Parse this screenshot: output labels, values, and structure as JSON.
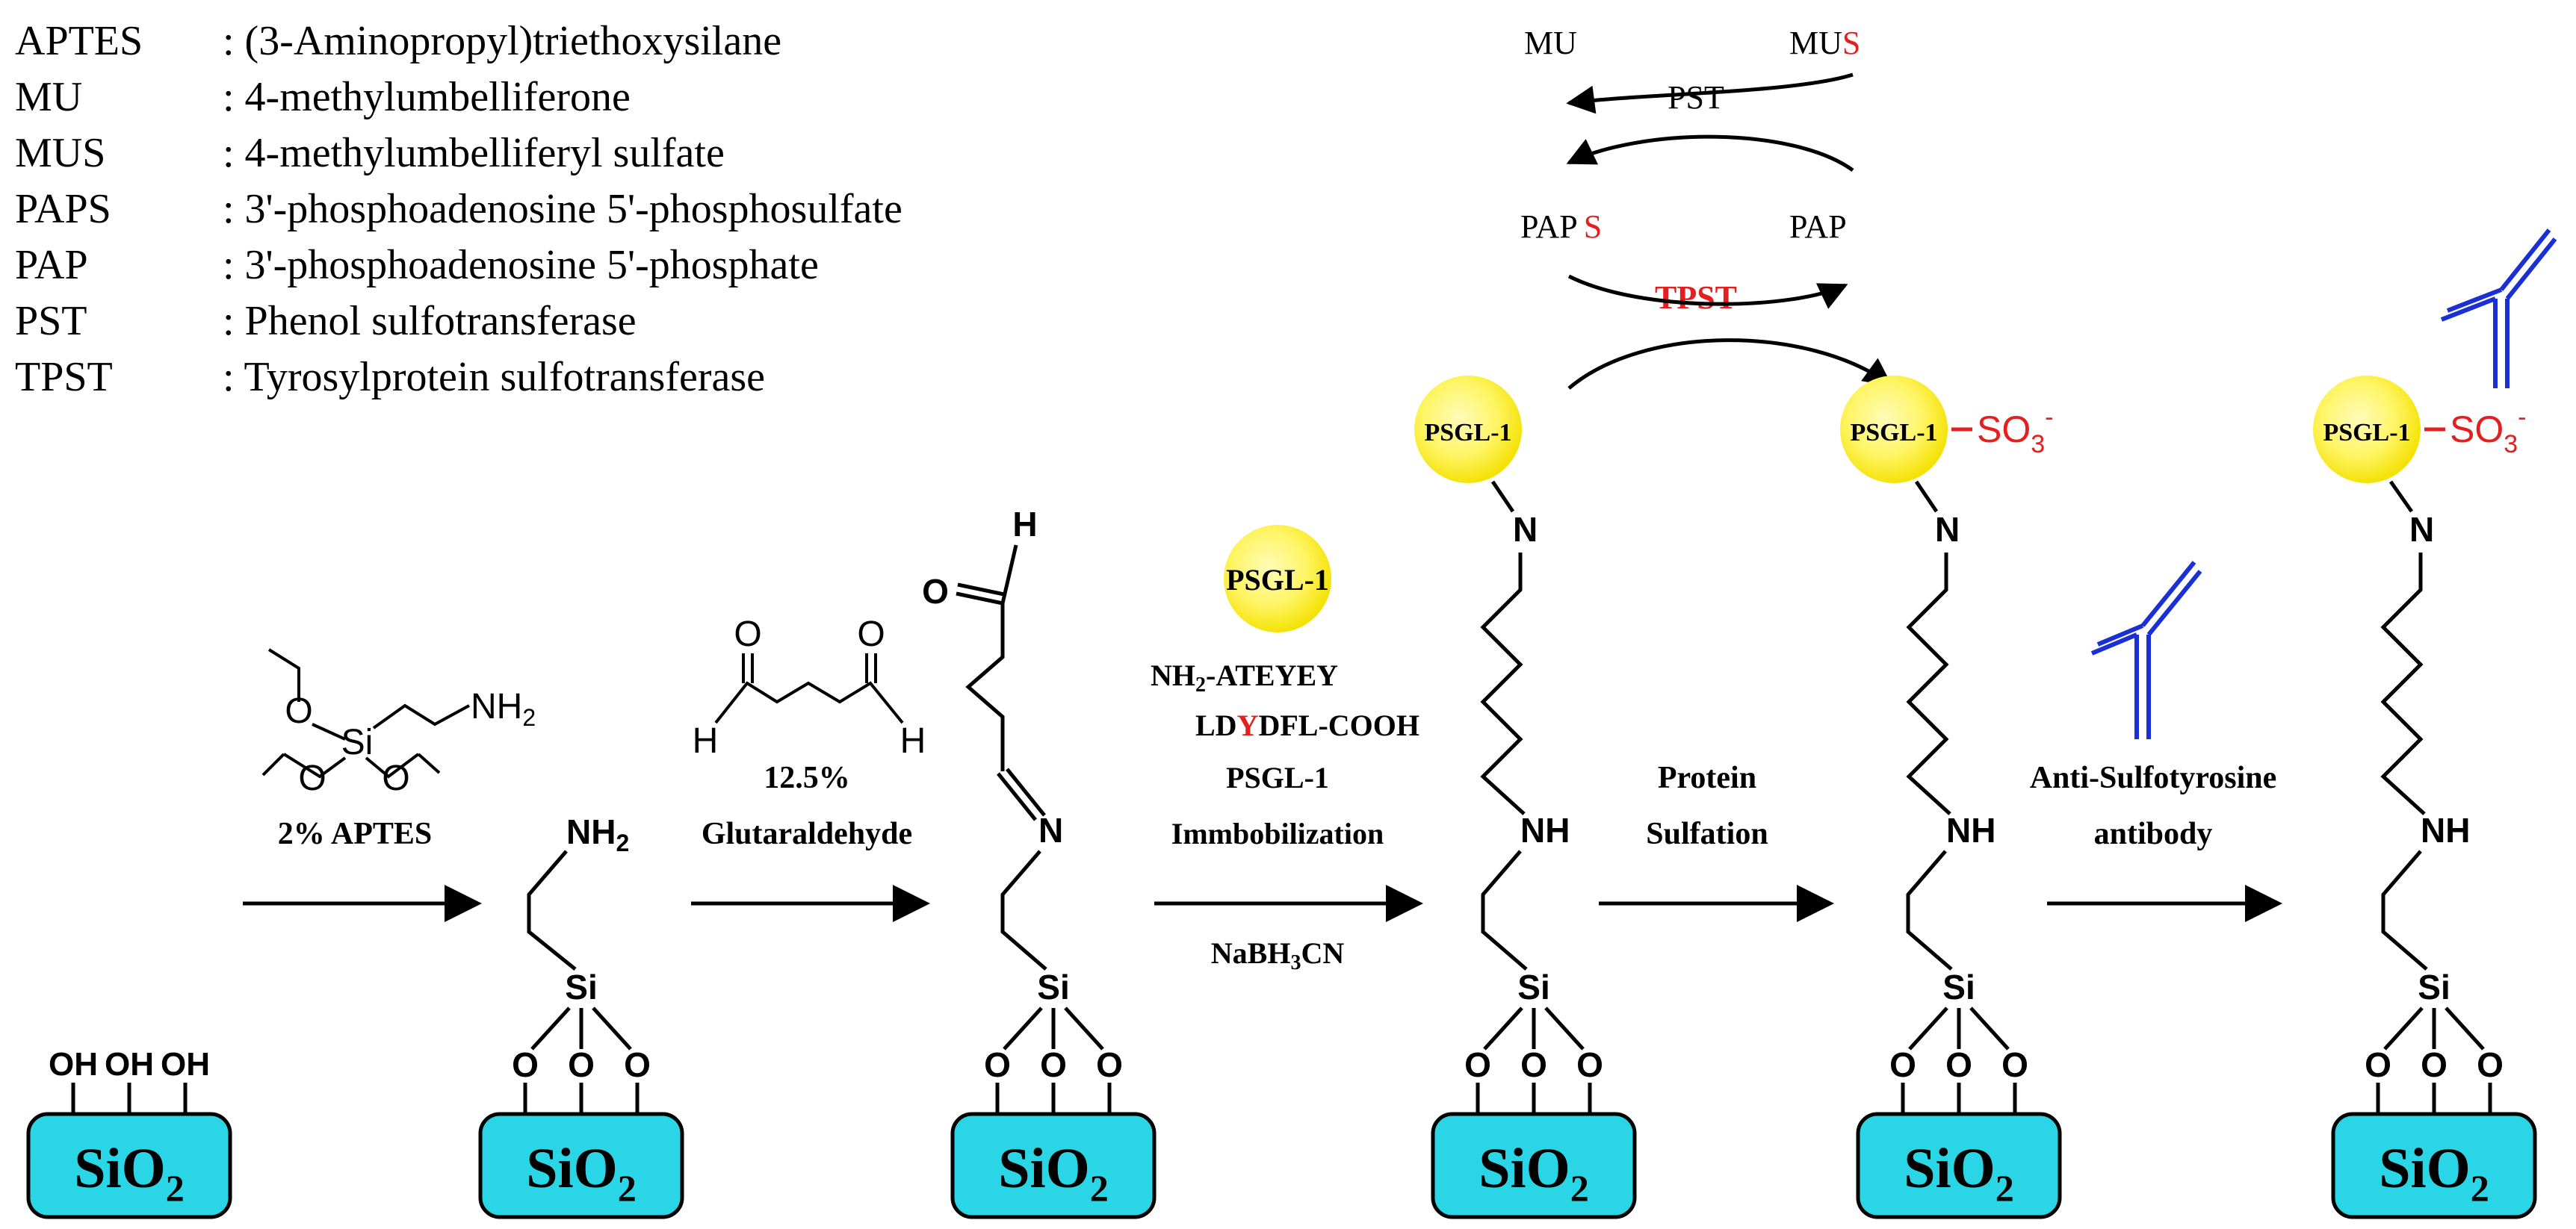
{
  "legend": [
    {
      "abbr": "APTES",
      "def": ": (3-Aminopropyl)triethoxysilane"
    },
    {
      "abbr": "MU",
      "def": ": 4-methylumbelliferone"
    },
    {
      "abbr": "MUS",
      "def": ": 4-methylumbelliferyl sulfate"
    },
    {
      "abbr": "PAPS",
      "def": ": 3'-phosphoadenosine 5'-phosphosulfate"
    },
    {
      "abbr": "PAP",
      "def": ": 3'-phosphoadenosine 5'-phosphate"
    },
    {
      "abbr": "PST",
      "def": ": Phenol sulfotransferase"
    },
    {
      "abbr": "TPST",
      "def": ": Tyrosylprotein sulfotransferase"
    }
  ],
  "cycle": {
    "mu": "MU",
    "mus_prefix": "MU",
    "mus_s": "S",
    "pst": "PST",
    "paps_prefix": "PAP",
    "paps_s": "S",
    "pap": "PAP",
    "tpst": "TPST"
  },
  "surface": {
    "substrate": "SiO",
    "substrate_sub": "2",
    "hydroxyl": "OH",
    "o": "O",
    "si": "Si",
    "nh2": "NH",
    "nh2_sub": "2",
    "n": "N",
    "nh": "NH",
    "ald_o": "O",
    "ald_h": "H"
  },
  "protein": {
    "label": "PSGL-1",
    "so3": "SO",
    "so3_sub": "3",
    "so3_sup": "-"
  },
  "steps": {
    "aptes": {
      "label": "2% APTES",
      "nh": "NH",
      "nh_sub": "2",
      "o": "O",
      "si": "Si"
    },
    "glutaraldehyde": {
      "label1": "12.5%",
      "label2": "Glutaraldehyde",
      "o": "O",
      "h": "H"
    },
    "immobilization": {
      "ball": "PSGL-1",
      "seq1_a": "NH",
      "seq1_sub": "2",
      "seq1_b": "-ATEYEY",
      "seq2_a": "LD",
      "seq2_y": "Y",
      "seq2_b": "DFL-COOH",
      "label1": "PSGL-1",
      "label2": "Immbobilization",
      "reagent_a": "NaBH",
      "reagent_sub": "3",
      "reagent_b": "CN"
    },
    "sulfation": {
      "label1": "Protein",
      "label2": "Sulfation"
    },
    "antibody": {
      "label1": "Anti-Sulfotyrosine",
      "label2": "antibody"
    }
  },
  "colors": {
    "substrate": "#2ad6e6",
    "ball_center": "#fffbb0",
    "ball_edge": "#f2e000",
    "sulfur_red": "#e3201f",
    "antibody_blue": "#1a2fd4",
    "black": "#000000"
  }
}
